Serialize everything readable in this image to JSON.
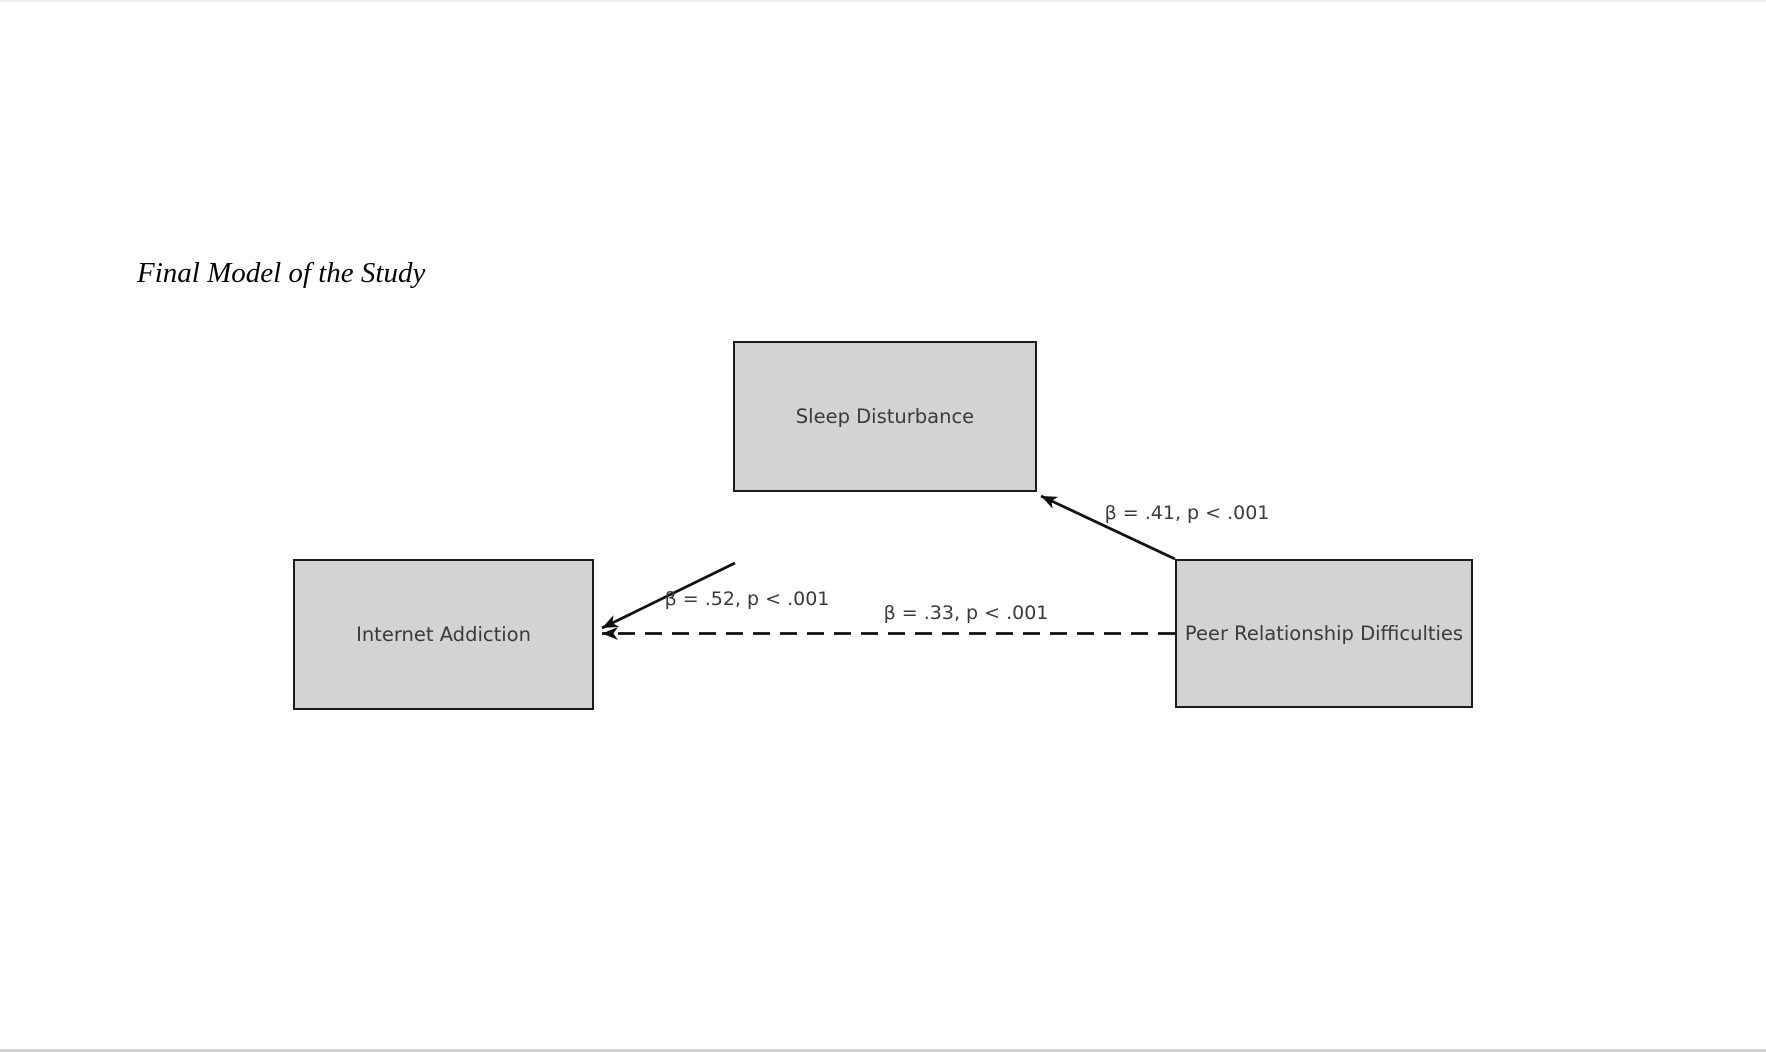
{
  "figure": {
    "title": "Final Model of the Study"
  },
  "diagram": {
    "type": "path-model",
    "nodes": [
      {
        "id": "sleep-disturbance",
        "label": "Sleep Disturbance"
      },
      {
        "id": "internet-addiction",
        "label": "Internet Addiction"
      },
      {
        "id": "peer-relationship-difficulties",
        "label": "Peer Relationship Difficulties"
      }
    ],
    "paths": [
      {
        "from": "Peer Relationship Difficulties",
        "to": "Sleep Disturbance",
        "label": "β = .41, p < .001",
        "style": "solid"
      },
      {
        "from": "Sleep Disturbance",
        "to": "Internet Addiction",
        "label": "β = .52, p < .001",
        "style": "solid"
      },
      {
        "from": "Peer Relationship Difficulties",
        "to": "Internet Addiction",
        "label": "β = .33, p < .001",
        "style": "dashed"
      }
    ],
    "colors": {
      "node_fill": "#d3d3d3",
      "node_border": "#1b1b1b",
      "node_text": "#3a3a3a",
      "arrow": "#111111",
      "background": "#ffffff"
    }
  }
}
